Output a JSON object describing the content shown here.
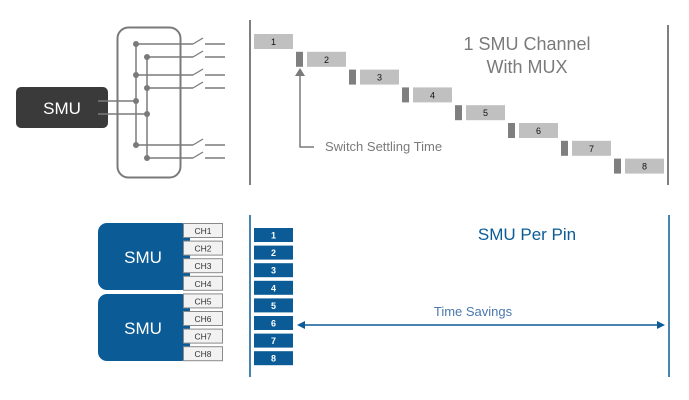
{
  "top": {
    "title_line1": "1 SMU Channel",
    "title_line2": "With MUX",
    "smu_label": "SMU",
    "annotation": "Switch Settling Time",
    "measurements": [
      "1",
      "2",
      "3",
      "4",
      "5",
      "6",
      "7",
      "8"
    ],
    "colors": {
      "dark": "#3a3a3a",
      "gray": "#7a7a7a",
      "bar": "#c0c0c0",
      "settle": "#7f7f7f",
      "title": "#7a7a7a"
    }
  },
  "bottom": {
    "title": "SMU Per Pin",
    "smu_labels": [
      "SMU",
      "SMU"
    ],
    "channels": [
      "CH1",
      "CH2",
      "CH3",
      "CH4",
      "CH5",
      "CH6",
      "CH7",
      "CH8"
    ],
    "measurements": [
      "1",
      "2",
      "3",
      "4",
      "5",
      "6",
      "7",
      "8"
    ],
    "annotation": "Time Savings",
    "colors": {
      "blue": "#0a5b96",
      "text": "#4a78ad"
    }
  }
}
